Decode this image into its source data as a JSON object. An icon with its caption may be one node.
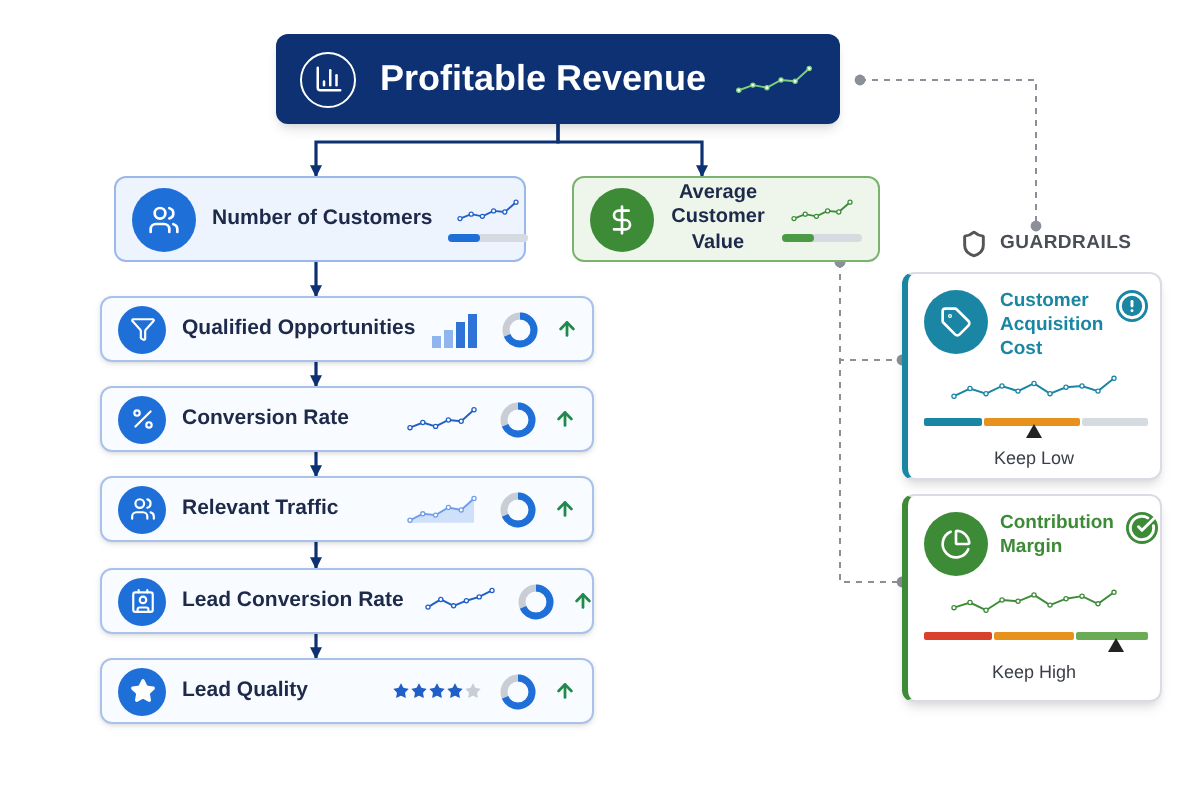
{
  "diagram": {
    "nodes": [
      {
        "text": [
          "Profitable Revenue"
        ]
      },
      {
        "text": [
          "Number of Customers"
        ]
      },
      {
        "text": [
          "Average Customer Value"
        ]
      },
      {
        "text": [
          "Qualified Opportunities"
        ]
      },
      {
        "text": [
          "Conversion Rate"
        ]
      },
      {
        "text": [
          "Relevant Traffic"
        ]
      },
      {
        "text": [
          "Lead Conversion Rate"
        ]
      },
      {
        "text": [
          "Lead Quality"
        ]
      },
      {
        "text": [
          "GUARDRAILS"
        ]
      },
      {
        "text": [
          "Customer Acquisition Cost",
          "Keep Low"
        ]
      },
      {
        "text": [
          "Contribution Margin",
          "Keep High"
        ]
      }
    ],
    "edges": [
      {
        "from": 0,
        "to": 1,
        "arrow": "to"
      },
      {
        "from": 0,
        "to": 2,
        "arrow": "to"
      },
      {
        "from": 1,
        "to": 3,
        "arrow": "to"
      },
      {
        "from": 3,
        "to": 4,
        "arrow": "to"
      },
      {
        "from": 4,
        "to": 5,
        "arrow": "to"
      },
      {
        "from": 5,
        "to": 6,
        "arrow": "to"
      },
      {
        "from": 6,
        "to": 7,
        "arrow": "to"
      },
      {
        "from": 0,
        "to": 8,
        "arrow": "other",
        "style": "dashed",
        "color": "#8a8f98"
      },
      {
        "from": 2,
        "to": 9,
        "arrow": "other",
        "style": "dashed",
        "color": "#8a8f98"
      },
      {
        "from": 2,
        "to": 10,
        "arrow": "other",
        "style": "dashed",
        "color": "#8a8f98"
      }
    ]
  }
}
